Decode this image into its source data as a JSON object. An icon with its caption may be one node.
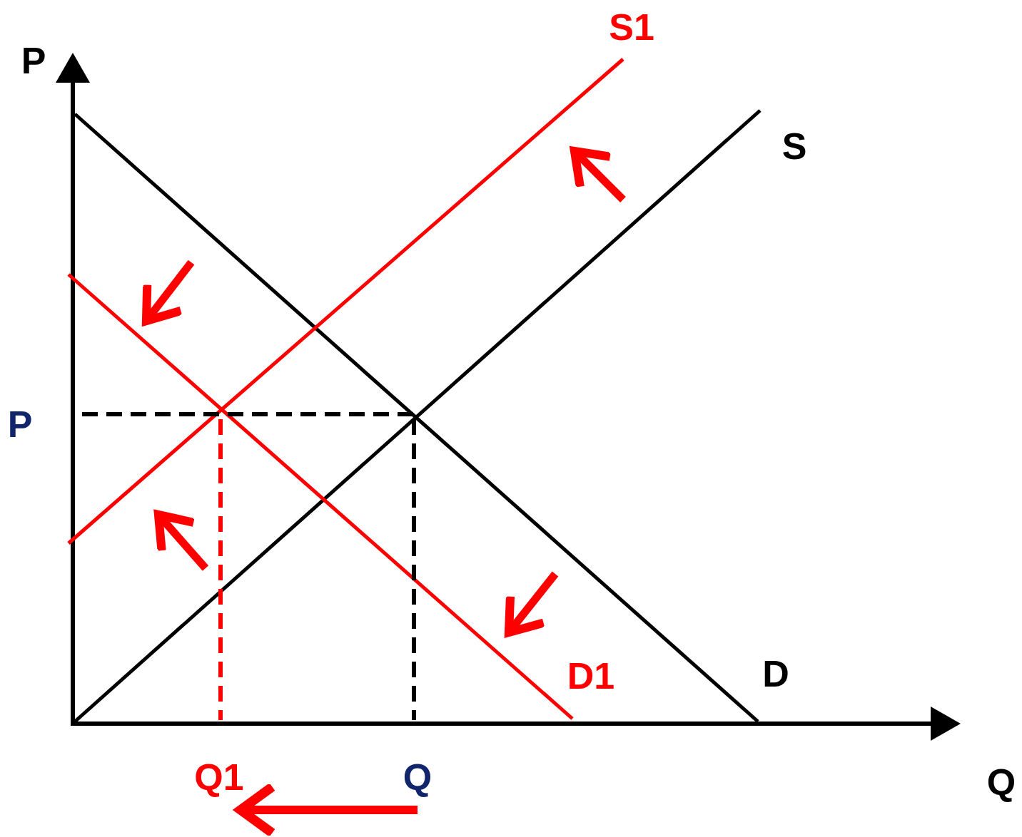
{
  "diagram": {
    "nodes": [
      {
        "text": [
          "Q1"
        ]
      },
      {
        "text": [
          "Q"
        ]
      }
    ],
    "edges": [
      {
        "from": 1,
        "to": 0,
        "arrow": "to"
      }
    ],
    "labels": [
      "P",
      "S1",
      "S",
      "P",
      "D1",
      "D",
      "Q"
    ]
  }
}
